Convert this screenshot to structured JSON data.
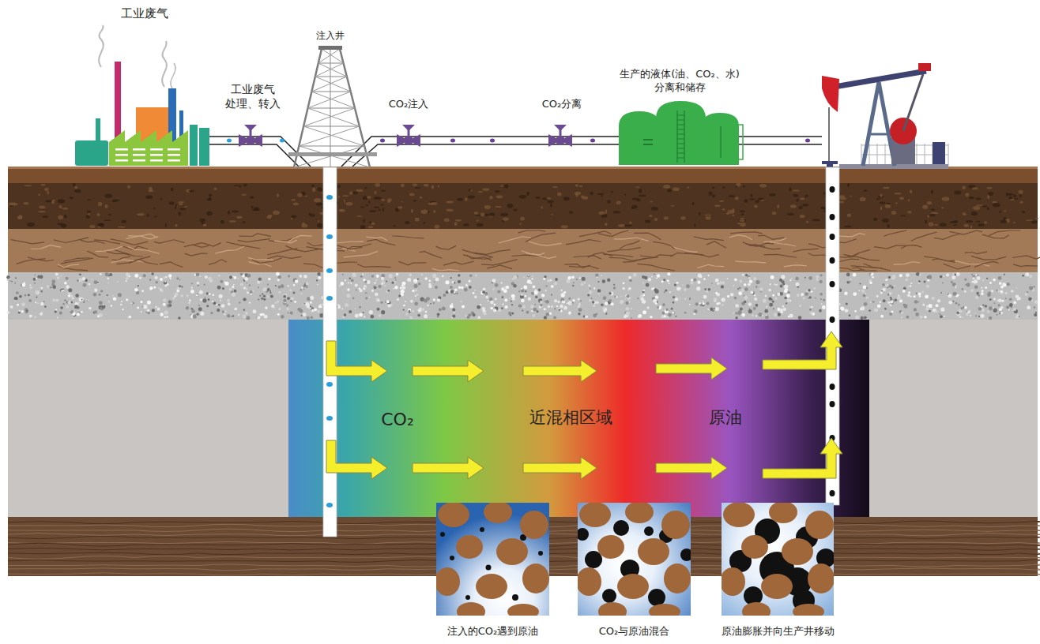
{
  "diagram": {
    "nodes": [
      {
        "text": [
          "注入的CO₂遇到原油"
        ]
      },
      {
        "text": [
          "CO₂与原油混合"
        ]
      },
      {
        "text": [
          "原油膨胀并向生产井移动"
        ]
      }
    ],
    "labels": [
      "工业废气",
      "注入井",
      "工业废气 处理、转入",
      "CO₂注入",
      "CO₂分离",
      "生产的液体(油、CO₂、水) 分离和储存",
      "CO₂",
      "近混相区域",
      "原油"
    ]
  }
}
